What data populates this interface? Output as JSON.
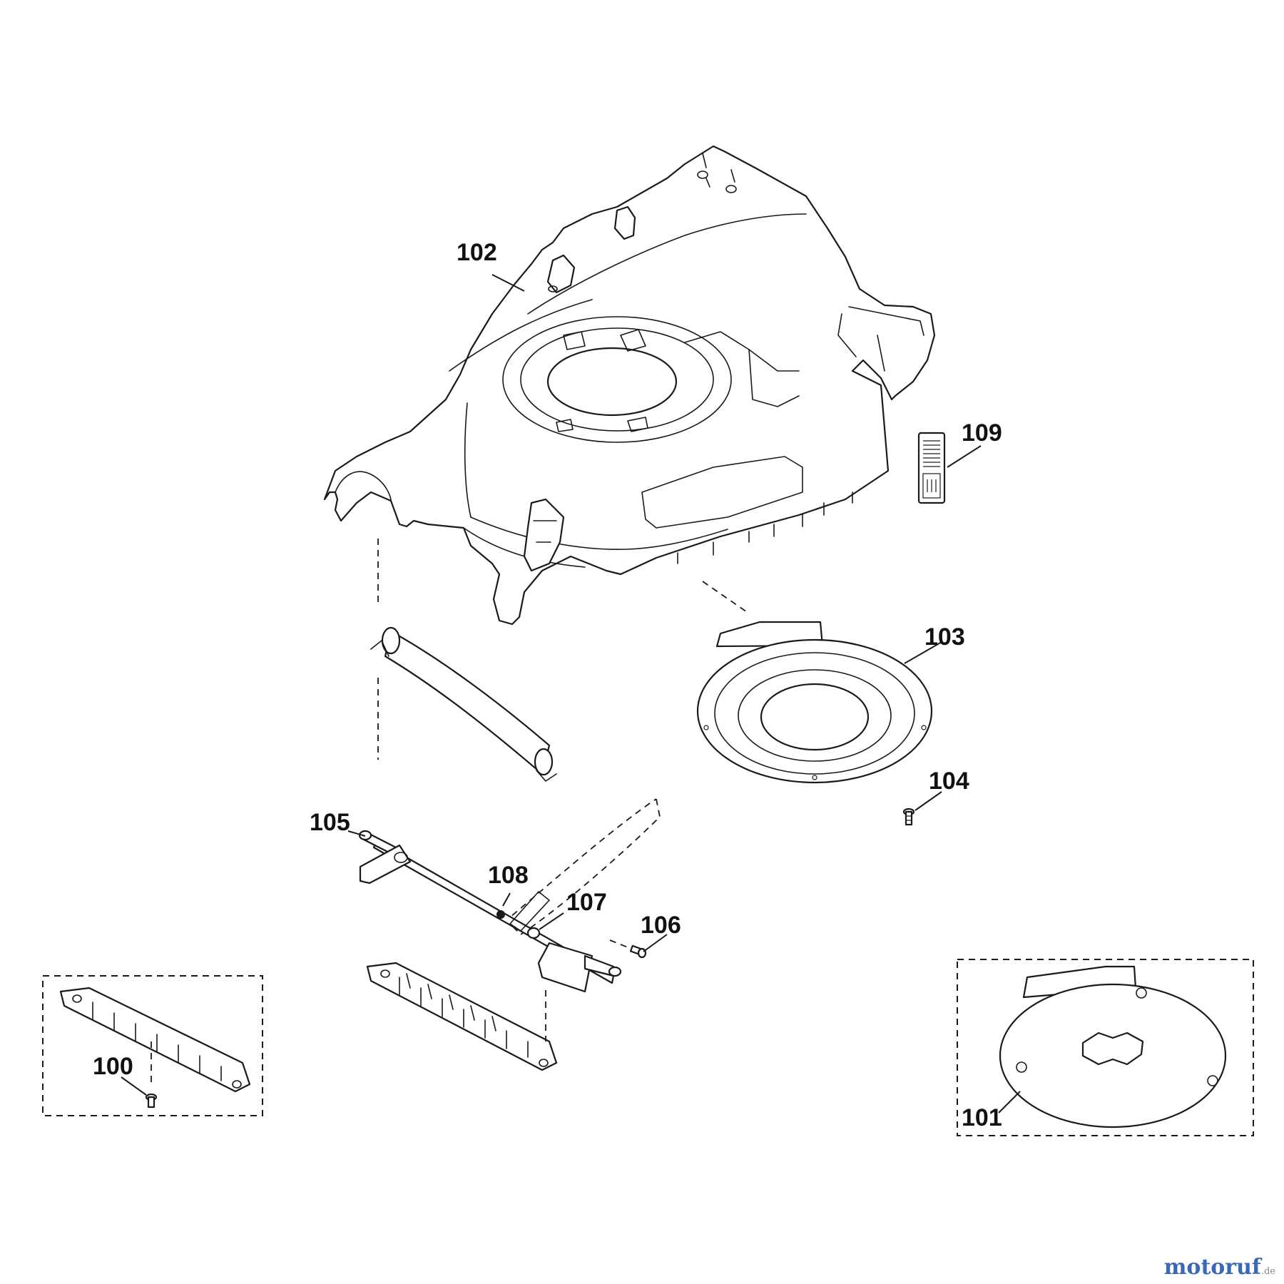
{
  "diagram": {
    "callouts": {
      "c100": "100",
      "c101": "101",
      "c102": "102",
      "c103": "103",
      "c104": "104",
      "c105": "105",
      "c106": "106",
      "c107": "107",
      "c108": "108",
      "c109": "109"
    }
  },
  "watermark": {
    "brand": "motoruf",
    "suffix": ".de"
  }
}
